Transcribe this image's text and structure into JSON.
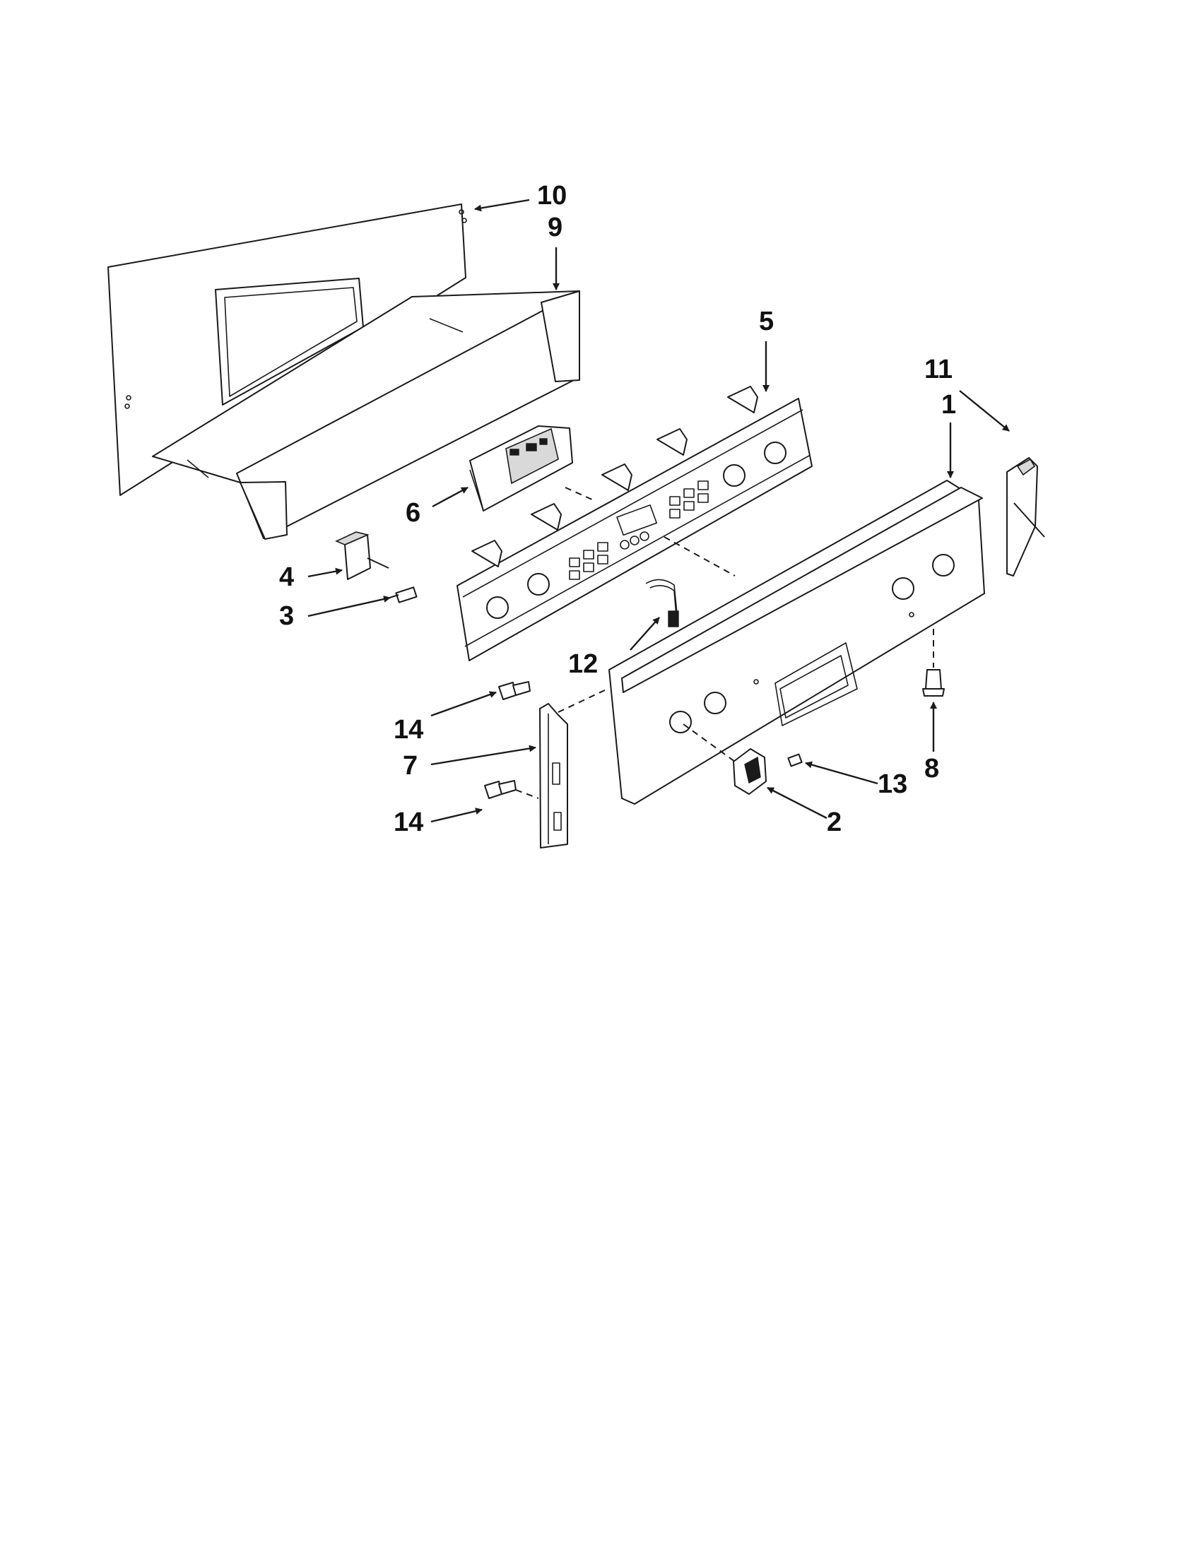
{
  "callouts": [
    {
      "id": "c10",
      "label": "10"
    },
    {
      "id": "c9",
      "label": "9"
    },
    {
      "id": "c5",
      "label": "5"
    },
    {
      "id": "c11",
      "label": "11"
    },
    {
      "id": "c1",
      "label": "1"
    },
    {
      "id": "c6",
      "label": "6"
    },
    {
      "id": "c4",
      "label": "4"
    },
    {
      "id": "c3",
      "label": "3"
    },
    {
      "id": "c12",
      "label": "12"
    },
    {
      "id": "c14a",
      "label": "14"
    },
    {
      "id": "c7",
      "label": "7"
    },
    {
      "id": "c14b",
      "label": "14"
    },
    {
      "id": "c13",
      "label": "13"
    },
    {
      "id": "c8",
      "label": "8"
    },
    {
      "id": "c2",
      "label": "2"
    }
  ]
}
